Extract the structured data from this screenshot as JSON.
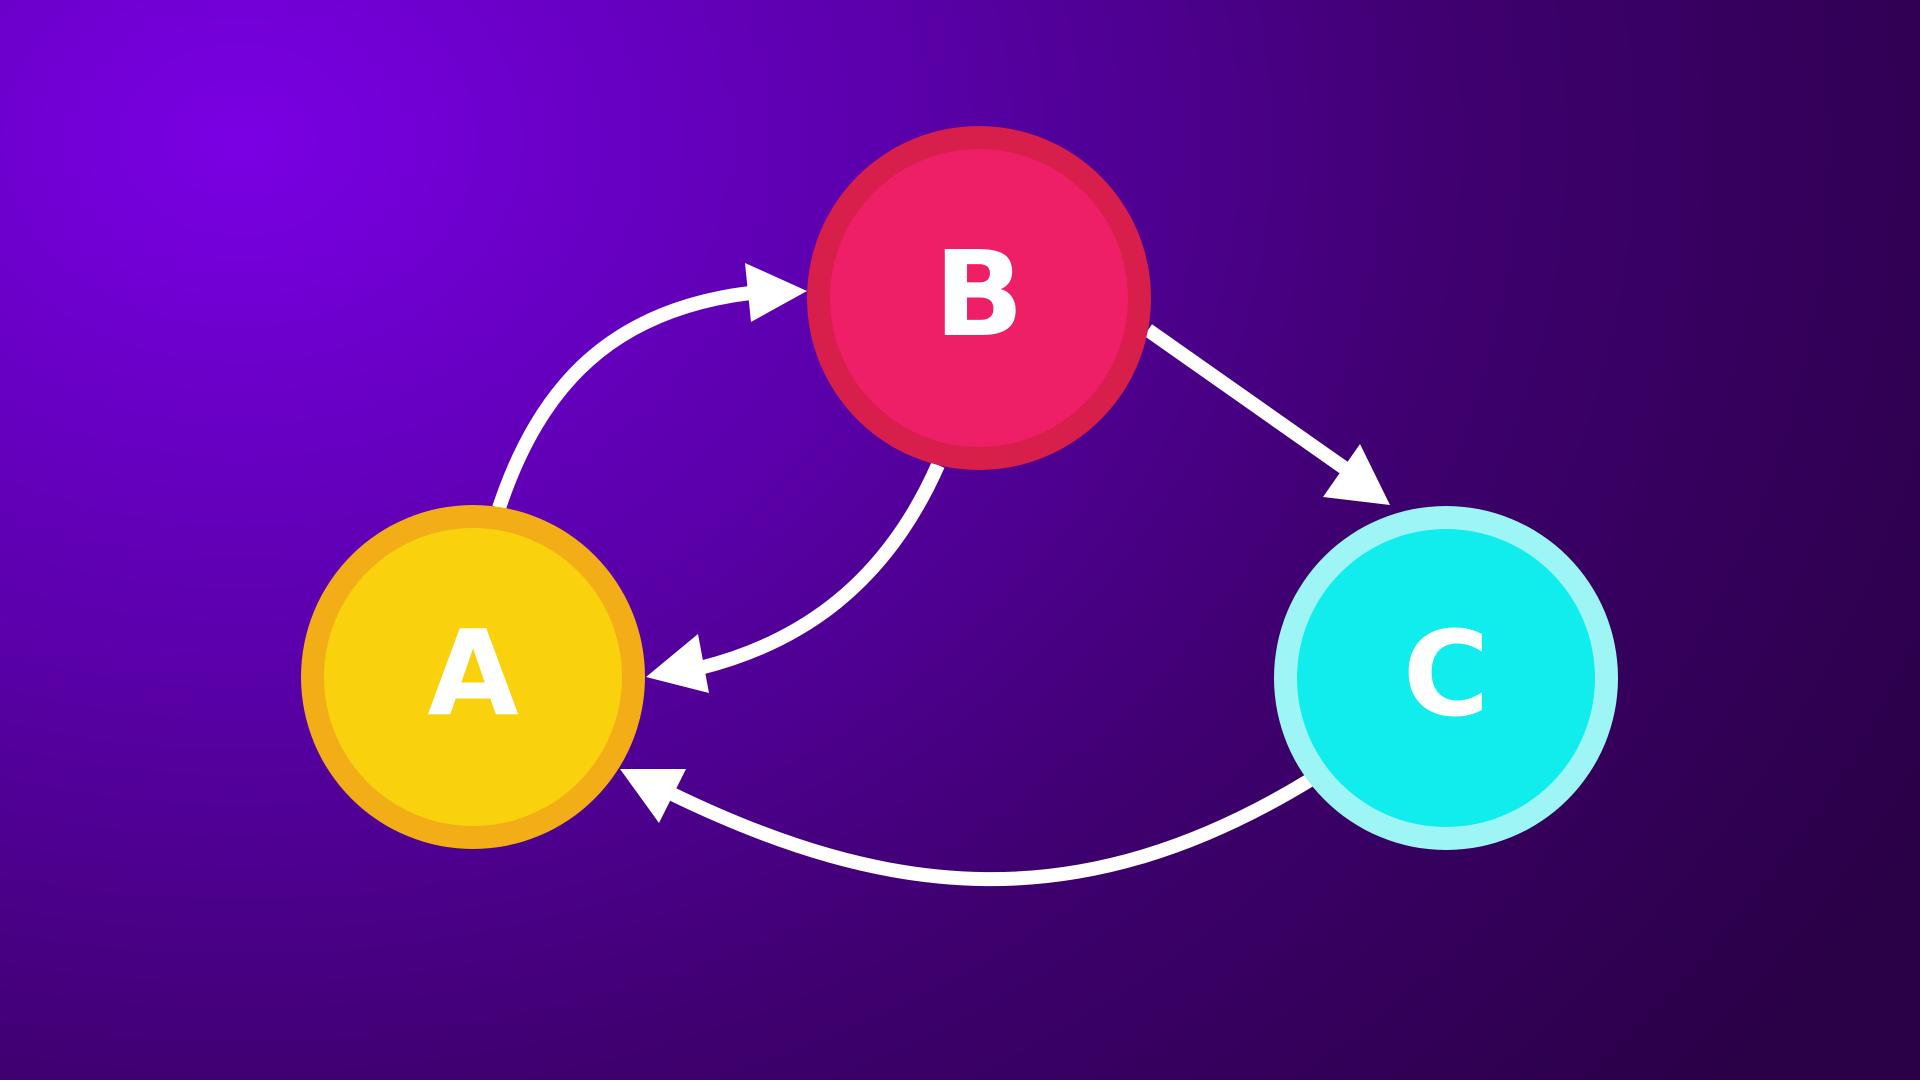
{
  "diagram": {
    "nodes": [
      {
        "id": "A",
        "label": "A",
        "fill": "#f9d20d",
        "ring": "#f2ad17"
      },
      {
        "id": "B",
        "label": "B",
        "fill": "#ee1f66",
        "ring": "#d81e4b"
      },
      {
        "id": "C",
        "label": "C",
        "fill": "#11eded",
        "ring": "#9ef5f6"
      }
    ],
    "edges": [
      {
        "from": "A",
        "to": "B"
      },
      {
        "from": "B",
        "to": "A"
      },
      {
        "from": "B",
        "to": "C"
      },
      {
        "from": "C",
        "to": "A"
      }
    ],
    "edge_color": "#ffffff"
  }
}
